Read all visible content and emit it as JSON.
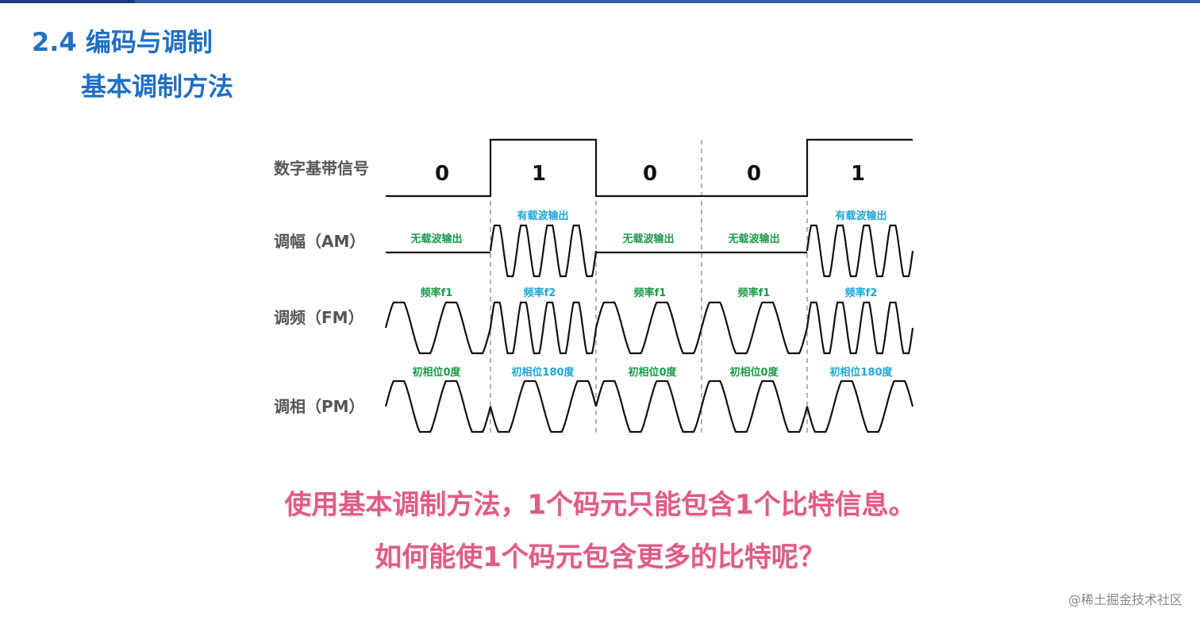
{
  "slide": {
    "title": "2.4 编码与调制",
    "subtitle": "基本调制方法"
  },
  "diagram": {
    "bits": [
      "0",
      "1",
      "0",
      "0",
      "1"
    ],
    "rows": {
      "digital": "数字基带信号",
      "am": "调幅（AM）",
      "fm": "调频（FM）",
      "pm": "调相（PM）"
    },
    "am_notes": [
      "无载波输出",
      "有载波输出",
      "无载波输出",
      "无载波输出",
      "有载波输出"
    ],
    "fm_notes": [
      "频率f1",
      "频率f2",
      "频率f1",
      "频率f1",
      "频率f2"
    ],
    "pm_notes": [
      "初相位0度",
      "初相位180度",
      "初相位0度",
      "初相位0度",
      "初相位180度"
    ],
    "colors": {
      "annotation_blue": "#1da6d9",
      "annotation_green": "#1a9a4a"
    }
  },
  "captions": {
    "line1": "使用基本调制方法，1个码元只能包含1个比特信息。",
    "line2": "如何能使1个码元包含更多的比特呢？"
  },
  "watermark": "@稀土掘金技术社区"
}
